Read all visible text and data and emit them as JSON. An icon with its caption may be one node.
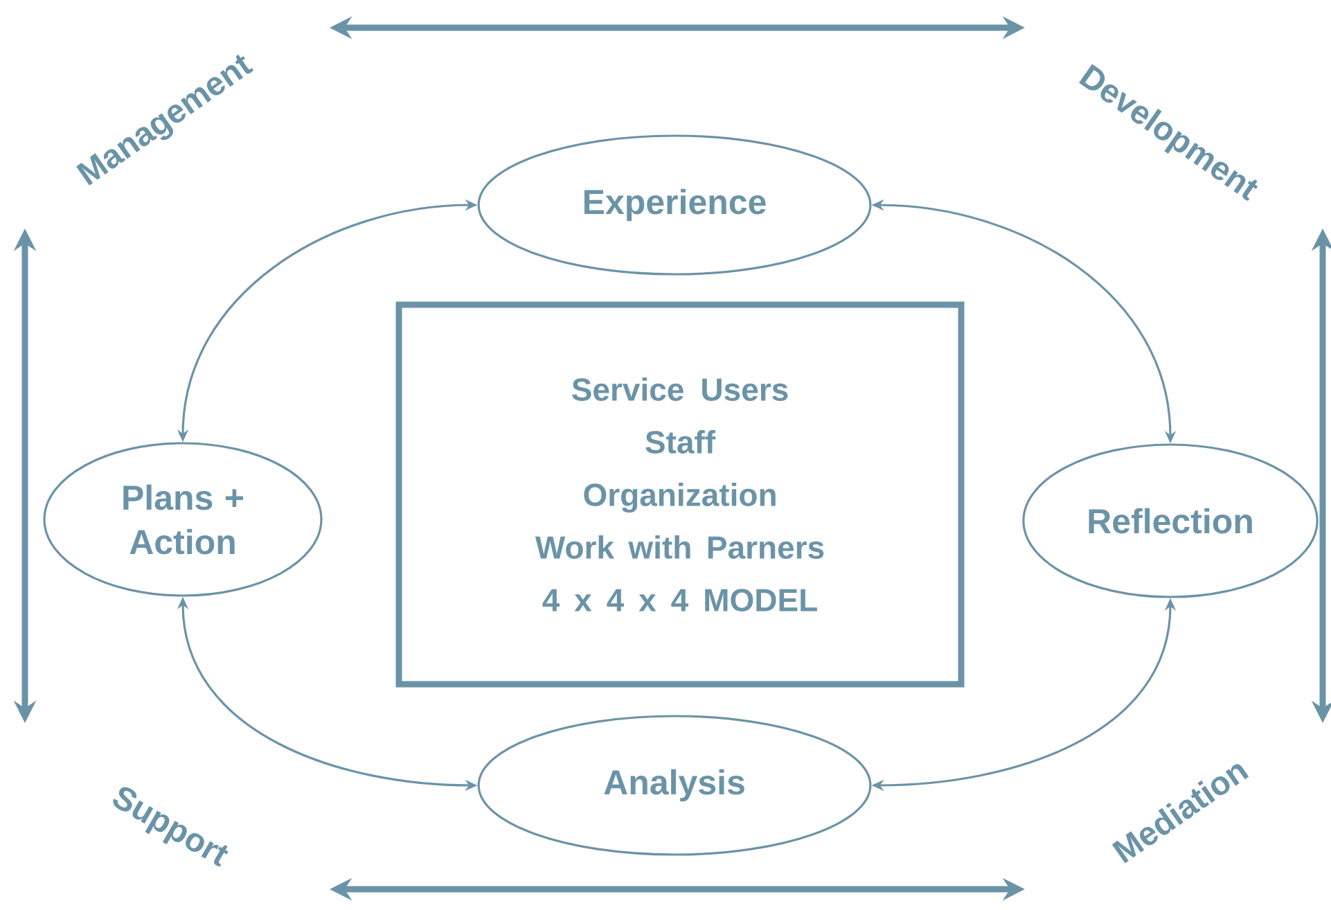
{
  "diagram": {
    "nodes": [
      {
        "text": [
          "Experience"
        ]
      },
      {
        "text": [
          "Plans + Action"
        ]
      },
      {
        "text": [
          "Service Users",
          "Staff",
          "Organization",
          "Work with Parners",
          "4 x 4 x 4 MODEL"
        ]
      },
      {
        "text": [
          "Reflection"
        ]
      },
      {
        "text": [
          "Analysis"
        ]
      }
    ],
    "edges": [
      {
        "from": 0,
        "to": 1,
        "arrow": "both"
      },
      {
        "from": 0,
        "to": 3,
        "arrow": "both"
      },
      {
        "from": 1,
        "to": 4,
        "arrow": "both"
      },
      {
        "from": 4,
        "to": 3,
        "arrow": "both"
      }
    ],
    "labels": [
      "Management",
      "Development",
      "Support",
      "Mediation"
    ]
  }
}
